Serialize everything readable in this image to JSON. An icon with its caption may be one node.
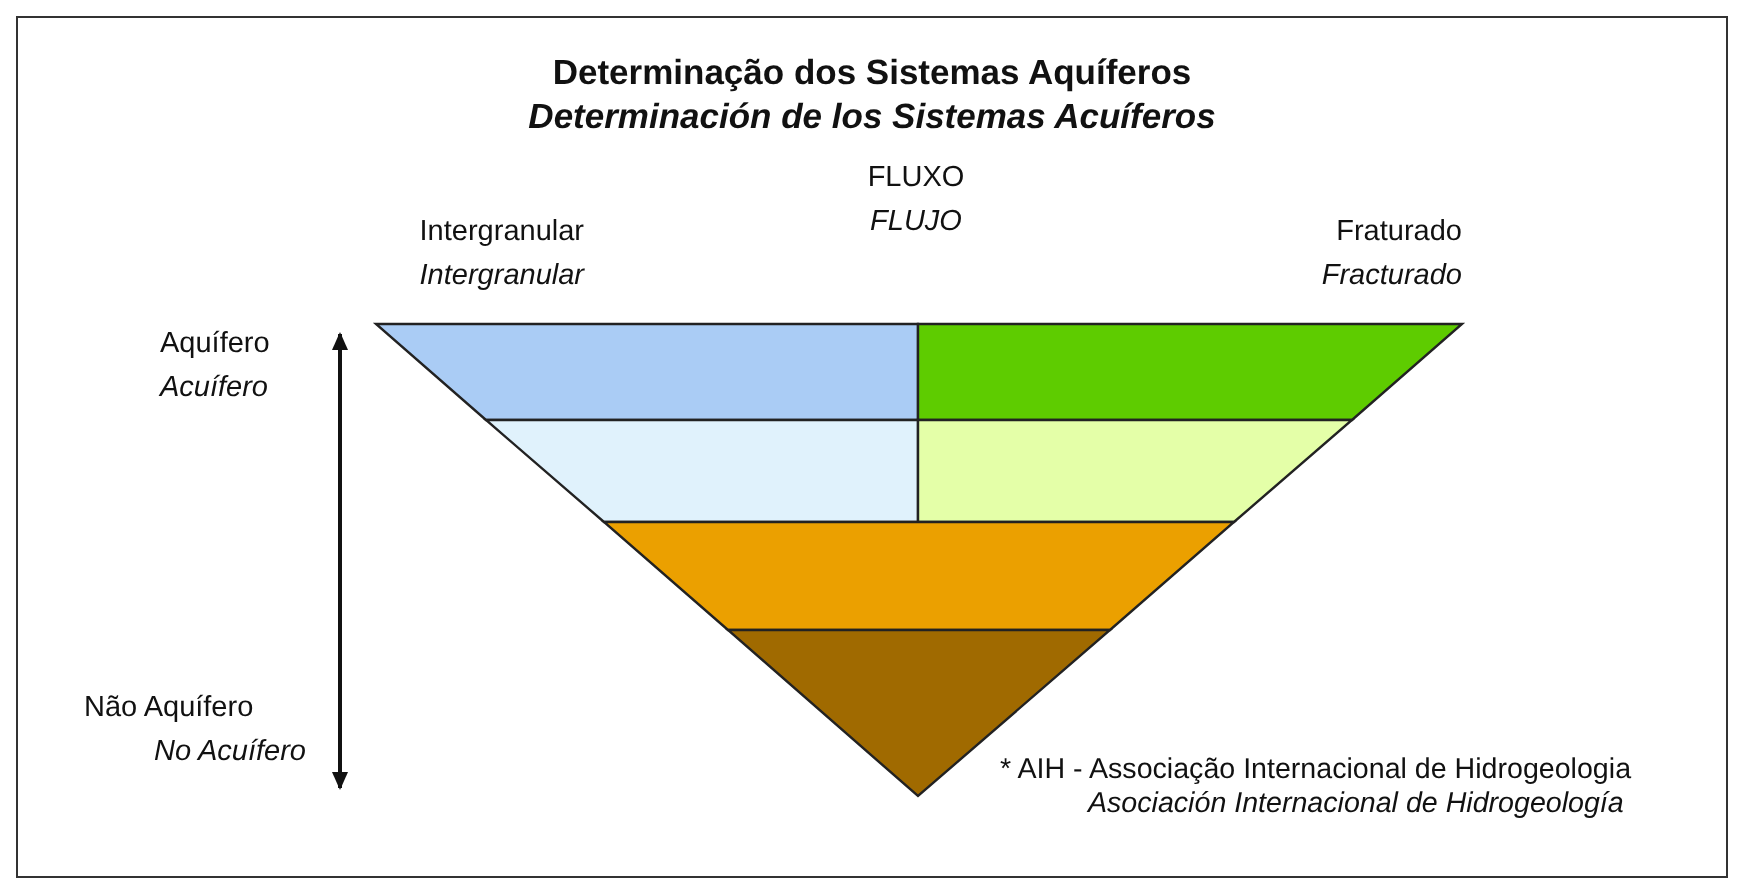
{
  "diagram": {
    "title": "Determinação dos Sistemas Aquíferos",
    "labels": [
      "Determinación de los Sistemas Acuíferos",
      "FLUXO",
      "FLUJO",
      "Intergranular",
      "Intergranular",
      "Fraturado",
      "Fracturado",
      "Aquífero",
      "Acuífero",
      "Não Aquífero",
      "No Acuífero",
      "* AIH - Associação Internacional de Hidrogeologia",
      "Asociación Internacional de Hidrogeología"
    ]
  }
}
